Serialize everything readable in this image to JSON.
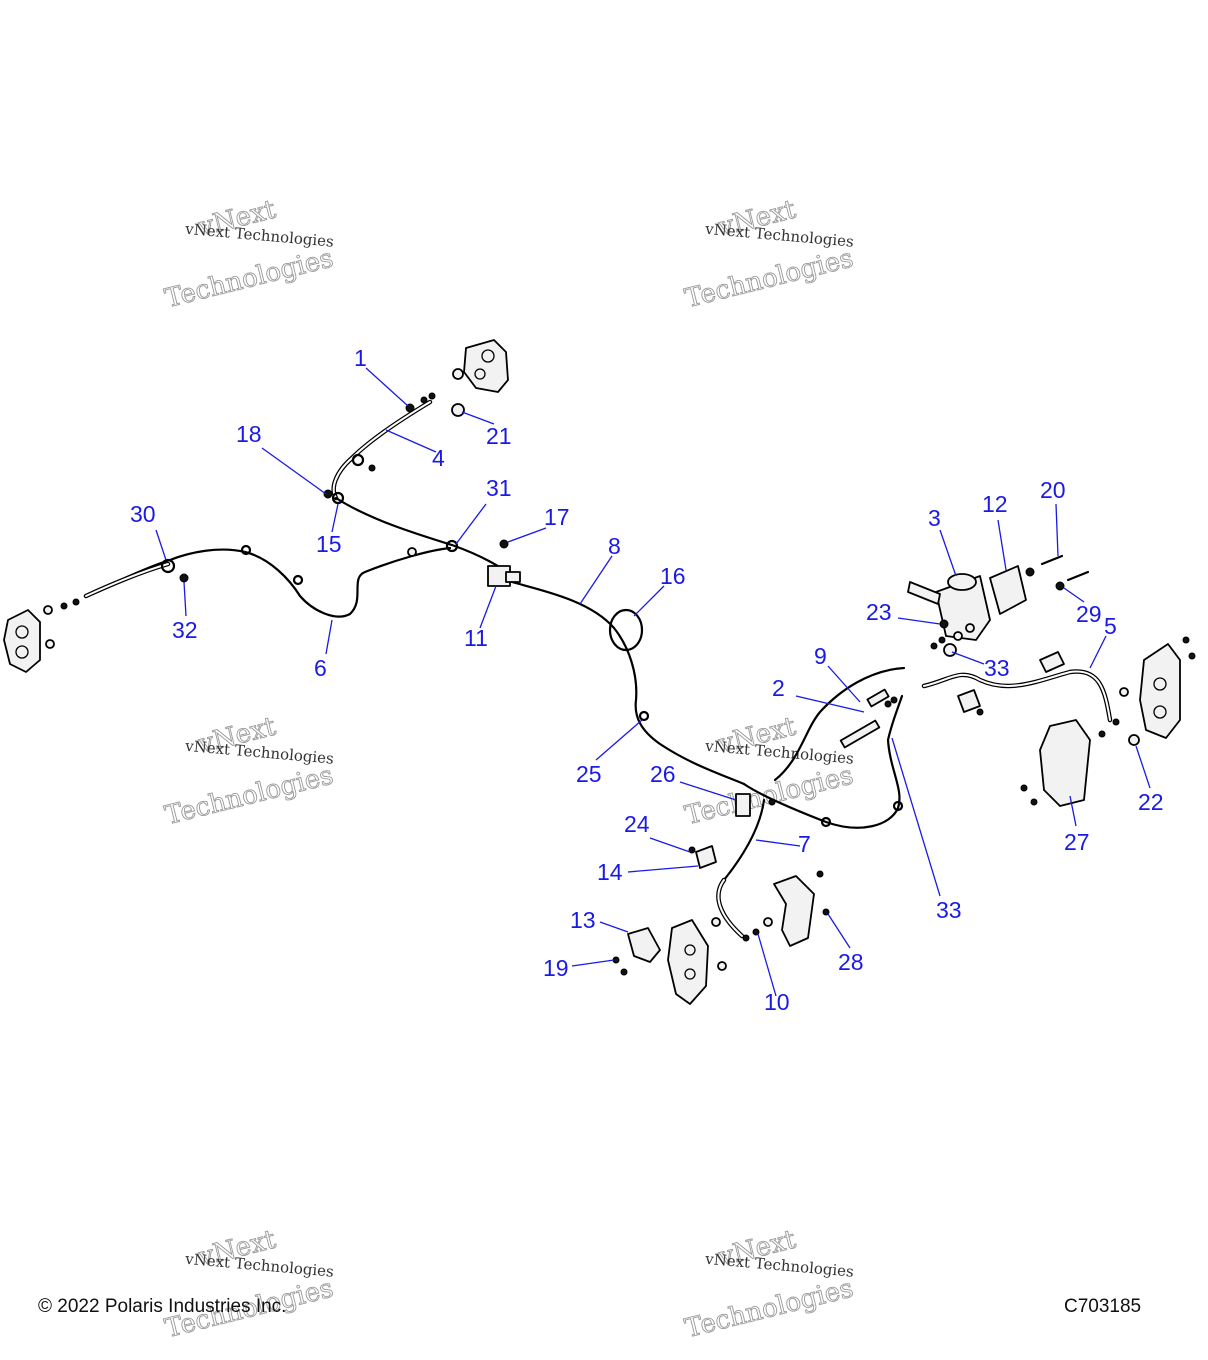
{
  "diagram": {
    "callouts": [
      {
        "id": "1",
        "label": "1"
      },
      {
        "id": "2",
        "label": "2"
      },
      {
        "id": "3",
        "label": "3"
      },
      {
        "id": "4",
        "label": "4"
      },
      {
        "id": "5",
        "label": "5"
      },
      {
        "id": "6",
        "label": "6"
      },
      {
        "id": "7",
        "label": "7"
      },
      {
        "id": "8",
        "label": "8"
      },
      {
        "id": "9",
        "label": "9"
      },
      {
        "id": "10",
        "label": "10"
      },
      {
        "id": "11",
        "label": "11"
      },
      {
        "id": "12",
        "label": "12"
      },
      {
        "id": "13",
        "label": "13"
      },
      {
        "id": "14",
        "label": "14"
      },
      {
        "id": "15",
        "label": "15"
      },
      {
        "id": "16",
        "label": "16"
      },
      {
        "id": "17",
        "label": "17"
      },
      {
        "id": "18",
        "label": "18"
      },
      {
        "id": "19",
        "label": "19"
      },
      {
        "id": "20",
        "label": "20"
      },
      {
        "id": "21",
        "label": "21"
      },
      {
        "id": "22",
        "label": "22"
      },
      {
        "id": "23",
        "label": "23"
      },
      {
        "id": "24",
        "label": "24"
      },
      {
        "id": "25",
        "label": "25"
      },
      {
        "id": "26",
        "label": "26"
      },
      {
        "id": "27",
        "label": "27"
      },
      {
        "id": "28",
        "label": "28"
      },
      {
        "id": "29",
        "label": "29"
      },
      {
        "id": "30",
        "label": "30"
      },
      {
        "id": "31",
        "label": "31"
      },
      {
        "id": "32",
        "label": "32"
      },
      {
        "id": "33a",
        "label": "33"
      },
      {
        "id": "33b",
        "label": "33"
      }
    ]
  },
  "watermark": {
    "line_small": "vNext Technologies",
    "line_top": "vNext",
    "line_bottom": "Technologies"
  },
  "footer": {
    "copyright": "© 2022 Polaris Industries Inc.",
    "drawing_code": "C703185"
  }
}
